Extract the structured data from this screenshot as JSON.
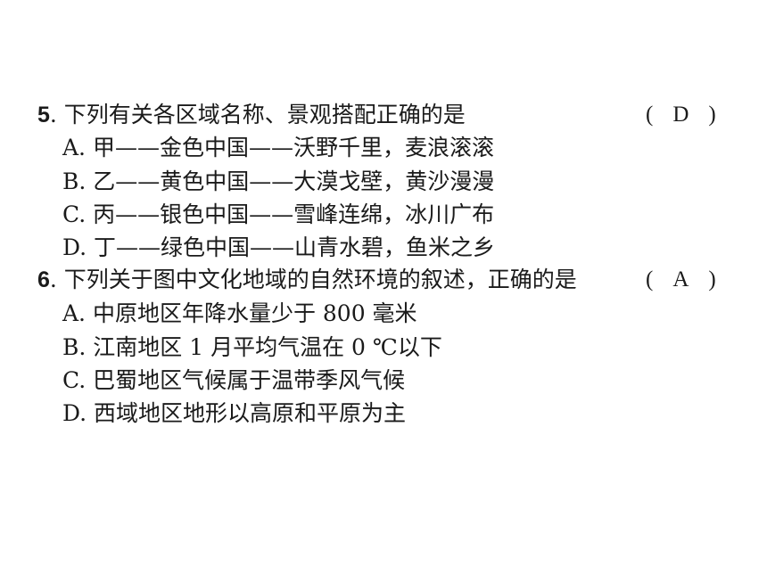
{
  "questions": [
    {
      "number": "5",
      "stem": ". 下列有关各区域名称、景观搭配正确的是",
      "answer": "D",
      "paren_open": "(",
      "paren_close": ")",
      "options": [
        "A. 甲——金色中国——沃野千里，麦浪滚滚",
        "B. 乙——黄色中国——大漠戈壁，黄沙漫漫",
        "C. 丙——银色中国——雪峰连绵，冰川广布",
        "D. 丁——绿色中国——山青水碧，鱼米之乡"
      ]
    },
    {
      "number": "6",
      "stem": ". 下列关于图中文化地域的自然环境的叙述，正确的是",
      "answer": "A",
      "paren_open": "(",
      "paren_close": ")",
      "options": [
        "A. 中原地区年降水量少于 800 毫米",
        "B. 江南地区 1 月平均气温在 0 ℃以下",
        "C. 巴蜀地区气候属于温带季风气候",
        "D. 西域地区地形以高原和平原为主"
      ]
    }
  ]
}
